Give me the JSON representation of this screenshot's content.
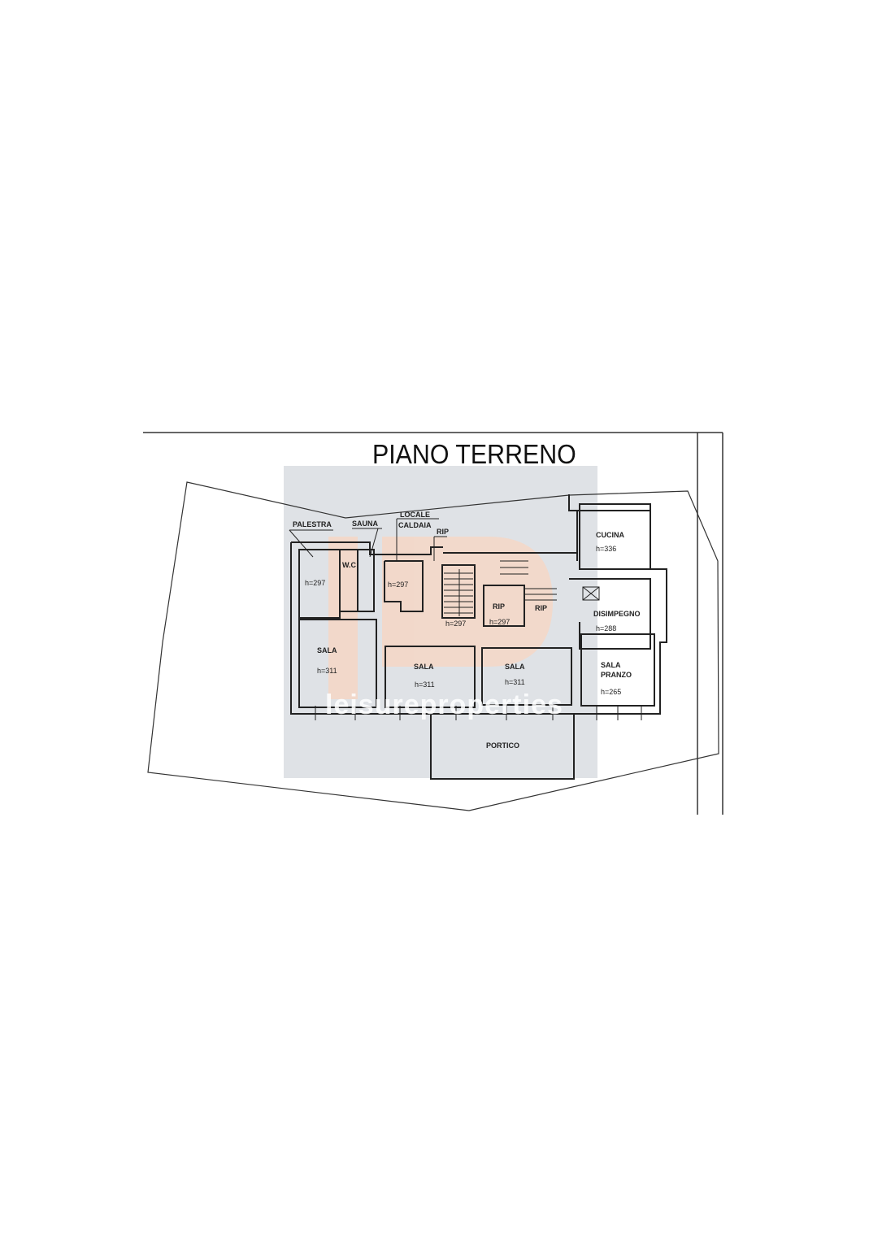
{
  "plan": {
    "title": "PIANO TERRENO",
    "watermark": {
      "text": "leisureproperties",
      "colors": {
        "box": "#d9dde2",
        "logo": "#f6d7c6"
      }
    },
    "rooms": [
      {
        "name": "PALESTRA",
        "height": "h=297"
      },
      {
        "name": "SAUNA",
        "height": ""
      },
      {
        "name": "W.C",
        "height": ""
      },
      {
        "name": "LOCALE CALDAIA",
        "line1": "LOCALE",
        "line2": "CALDAIA",
        "height": "h=297"
      },
      {
        "name": "RIP",
        "height": ""
      },
      {
        "name": "STAIRS",
        "height": "h=297"
      },
      {
        "name": "RIP",
        "height": "h=297"
      },
      {
        "name": "RIP",
        "height": ""
      },
      {
        "name": "CUCINA",
        "height": "h=336"
      },
      {
        "name": "DISIMPEGNO",
        "height": "h=288"
      },
      {
        "name": "SALA",
        "height": "h=311"
      },
      {
        "name": "SALA",
        "height": "h=311"
      },
      {
        "name": "SALA",
        "height": "h=311"
      },
      {
        "name": "SALA PRANZO",
        "line1": "SALA",
        "line2": "PRANZO",
        "height": "h=265"
      },
      {
        "name": "PORTICO",
        "height": ""
      }
    ]
  }
}
